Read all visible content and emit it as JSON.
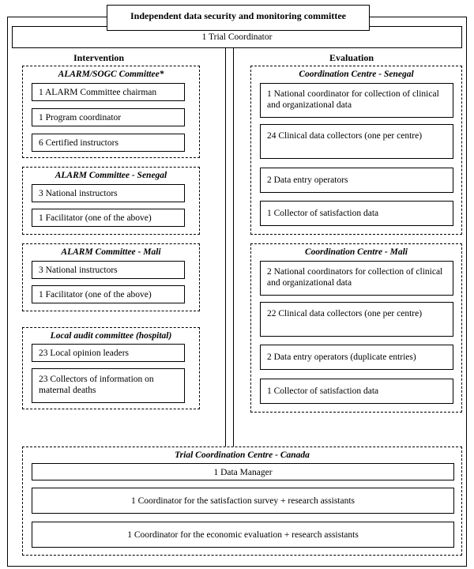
{
  "top": {
    "committee_title": "Independent data security and monitoring committee",
    "trial_coordinator": "1 Trial Coordinator"
  },
  "columns": {
    "intervention_label": "Intervention",
    "evaluation_label": "Evaluation"
  },
  "intervention": {
    "alarm_sogc": {
      "title": "ALARM/SOGC Committee*",
      "items": [
        "1 ALARM Committee chairman",
        "1 Program coordinator",
        "6 Certified instructors"
      ]
    },
    "alarm_senegal": {
      "title": "ALARM Committee -  Senegal",
      "items": [
        "3  National instructors",
        "1 Facilitator (one of the above)"
      ]
    },
    "alarm_mali": {
      "title": "ALARM Committee - Mali",
      "items": [
        "3  National instructors",
        "1 Facilitator (one of the above)"
      ]
    },
    "local_audit": {
      "title": "Local audit committee (hospital)",
      "items": [
        "23 Local opinion leaders",
        "23 Collectors of information on maternal deaths"
      ]
    }
  },
  "evaluation": {
    "senegal": {
      "title": "Coordination Centre - Senegal",
      "items": [
        "1 National coordinator for collection of clinical and organizational data",
        "24  Clinical data collectors (one per centre)",
        "2 Data entry operators",
        "1 Collector of satisfaction data"
      ]
    },
    "mali": {
      "title": "Coordination Centre - Mali",
      "items": [
        "2 National coordinators for collection of clinical and organizational data",
        "22 Clinical data collectors (one per centre)",
        "2 Data entry operators (duplicate entries)",
        "1 Collector of satisfaction data"
      ]
    }
  },
  "canada": {
    "title": "Trial Coordination Centre - Canada",
    "items": [
      "1 Data Manager",
      "1 Coordinator for the satisfaction survey + research assistants",
      "1 Coordinator for the economic evaluation + research assistants"
    ]
  }
}
